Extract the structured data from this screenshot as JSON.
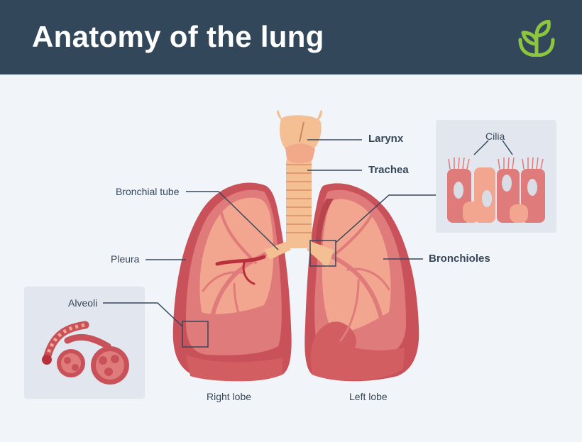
{
  "title": "Anatomy of the lung",
  "labels": {
    "larynx": "Larynx",
    "trachea": "Trachea",
    "bronchial_tube": "Bronchial tube",
    "pleura": "Pleura",
    "alveoli": "Alveoli",
    "cilia": "Cilia",
    "bronchioles": "Bronchioles",
    "right_lobe": "Right lobe",
    "left_lobe": "Left lobe"
  },
  "colors": {
    "header": "#33475b",
    "brand_leaf": "#8cc63f",
    "lung_dark": "#c9525a",
    "lung_mid": "#e07b7b",
    "lung_light": "#f2a58f",
    "airway": "#f3bf93",
    "leader_line": "#36475a"
  },
  "icons": {
    "logo": "leaf-logo-icon"
  }
}
